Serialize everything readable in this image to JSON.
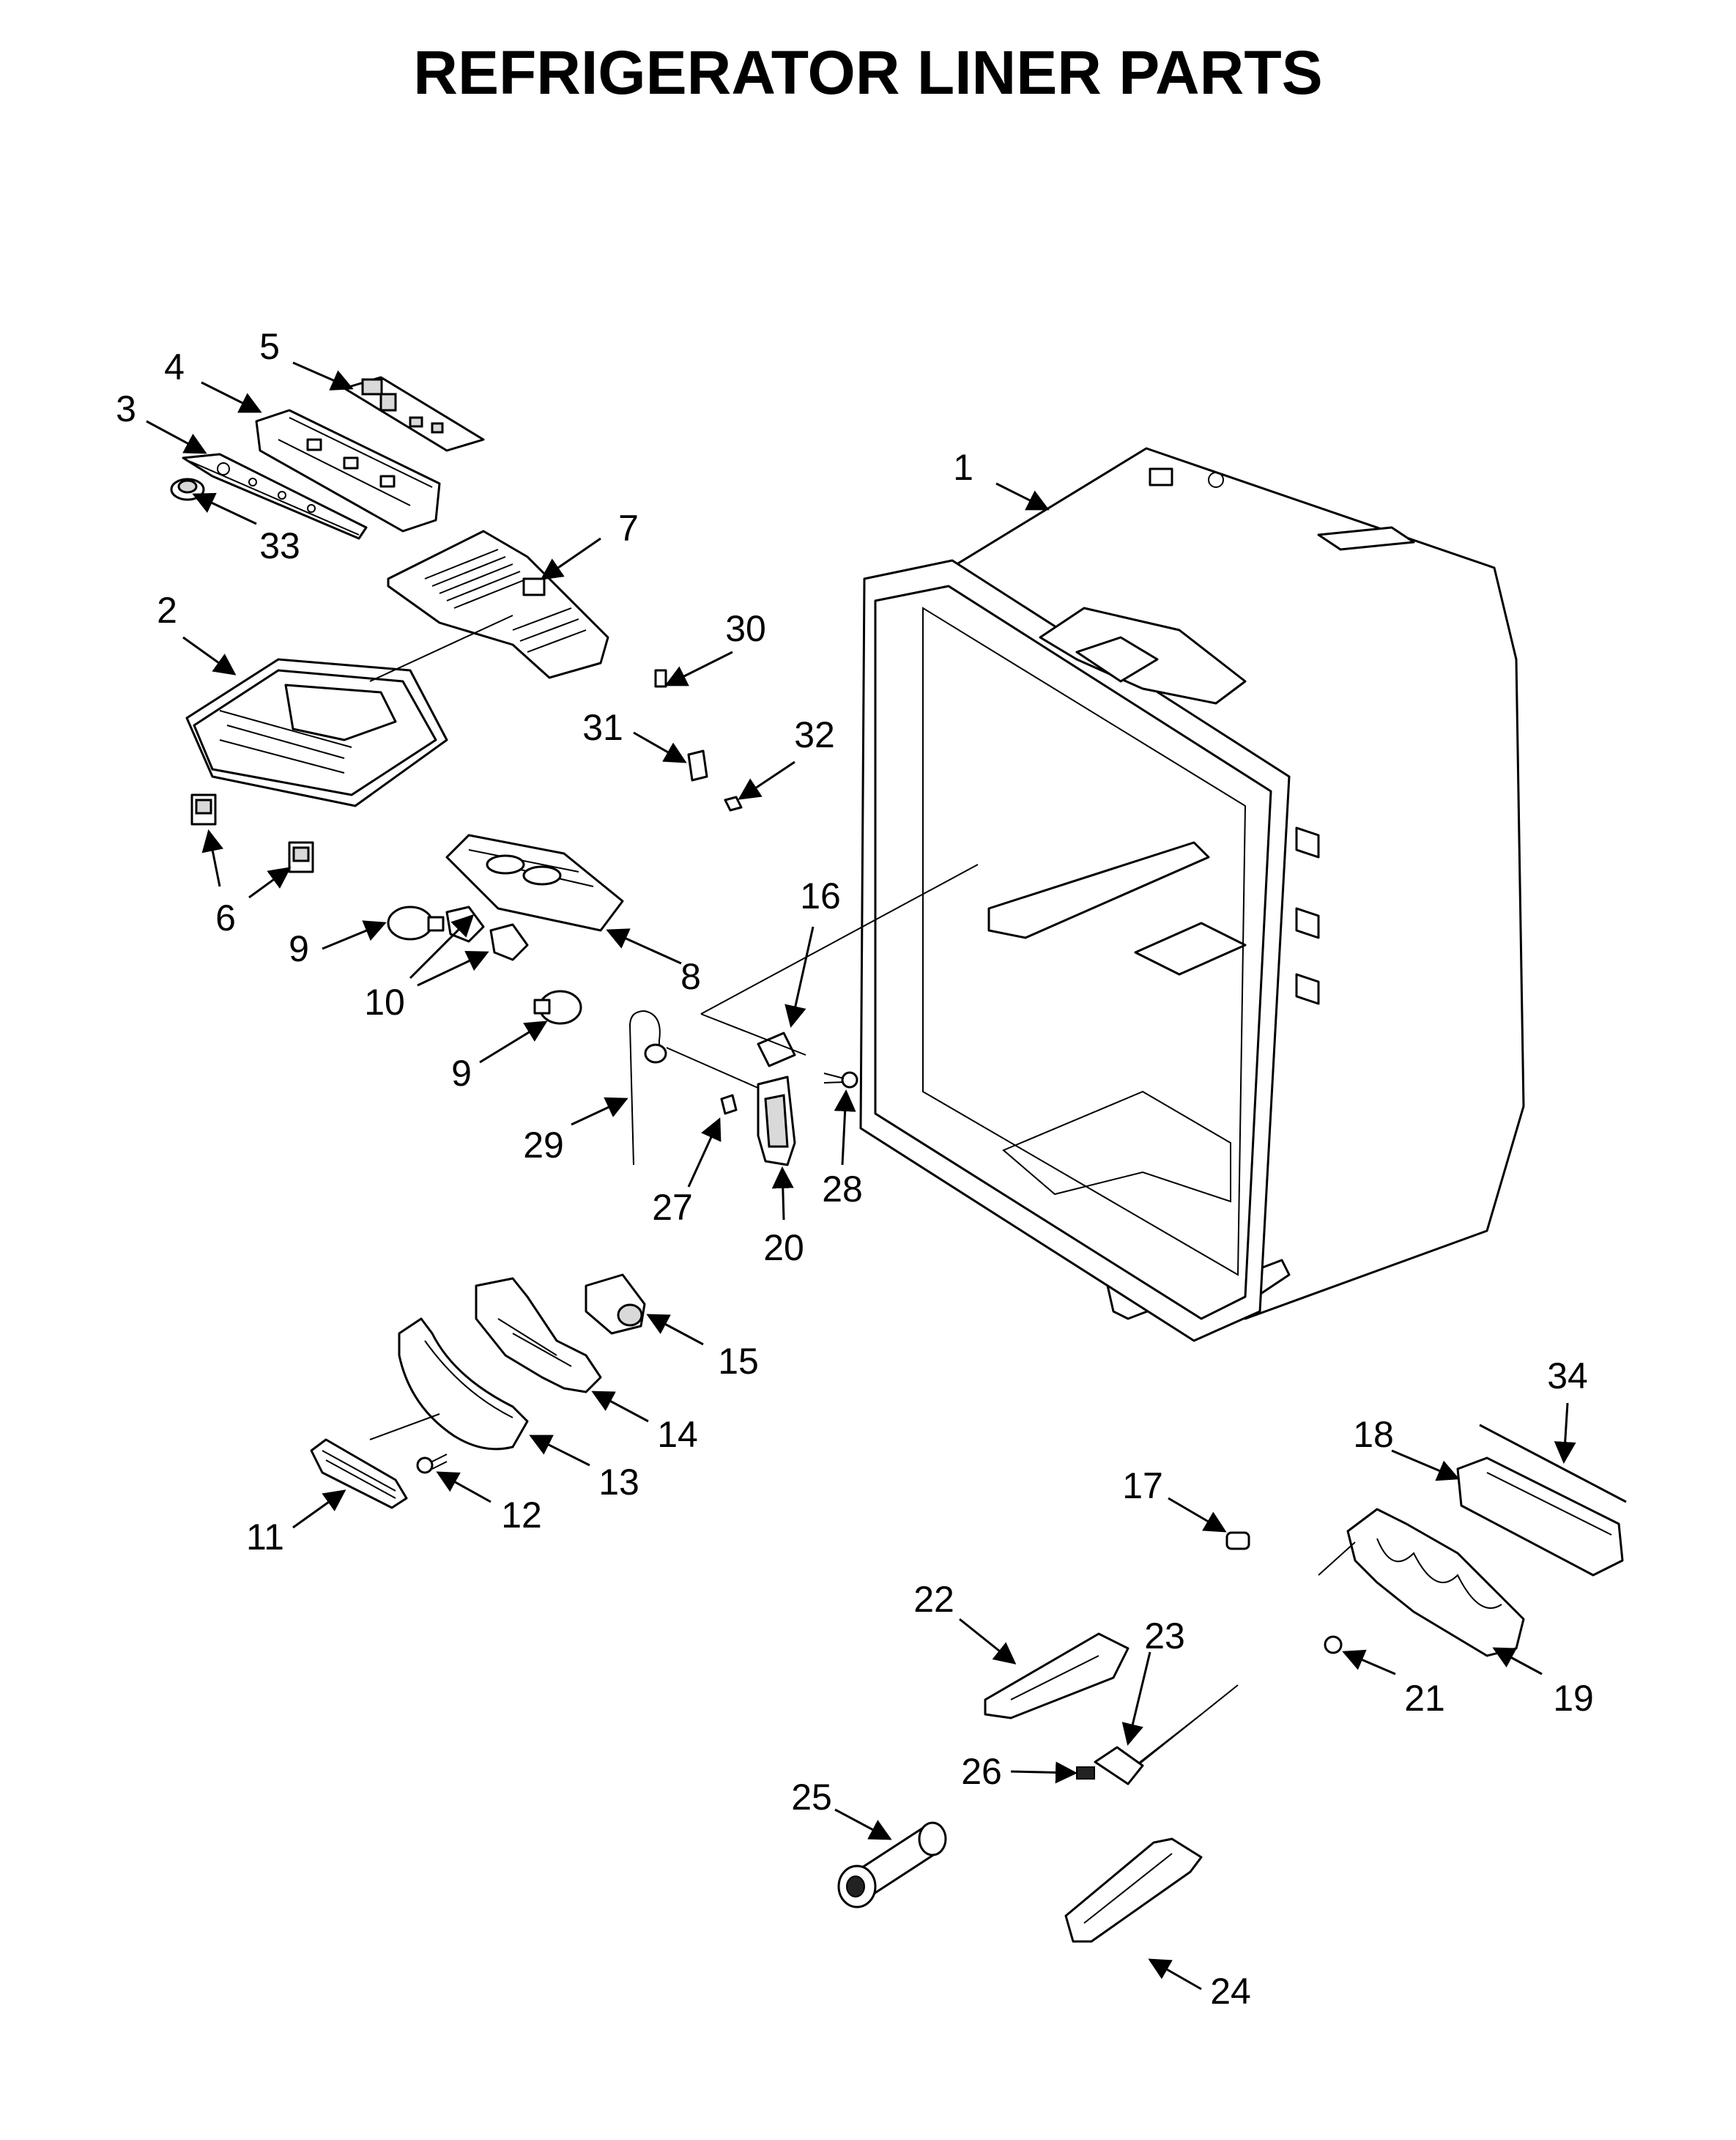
{
  "title": "REFRIGERATOR LINER PARTS",
  "callouts": [
    {
      "id": "c1",
      "label": "1"
    },
    {
      "id": "c2",
      "label": "2"
    },
    {
      "id": "c3",
      "label": "3"
    },
    {
      "id": "c4",
      "label": "4"
    },
    {
      "id": "c5",
      "label": "5"
    },
    {
      "id": "c6",
      "label": "6"
    },
    {
      "id": "c7",
      "label": "7"
    },
    {
      "id": "c8",
      "label": "8"
    },
    {
      "id": "c9a",
      "label": "9"
    },
    {
      "id": "c9b",
      "label": "9"
    },
    {
      "id": "c10",
      "label": "10"
    },
    {
      "id": "c11",
      "label": "11"
    },
    {
      "id": "c12",
      "label": "12"
    },
    {
      "id": "c13",
      "label": "13"
    },
    {
      "id": "c14",
      "label": "14"
    },
    {
      "id": "c15",
      "label": "15"
    },
    {
      "id": "c16",
      "label": "16"
    },
    {
      "id": "c17",
      "label": "17"
    },
    {
      "id": "c18",
      "label": "18"
    },
    {
      "id": "c19",
      "label": "19"
    },
    {
      "id": "c20",
      "label": "20"
    },
    {
      "id": "c21",
      "label": "21"
    },
    {
      "id": "c22",
      "label": "22"
    },
    {
      "id": "c23",
      "label": "23"
    },
    {
      "id": "c24",
      "label": "24"
    },
    {
      "id": "c25",
      "label": "25"
    },
    {
      "id": "c26",
      "label": "26"
    },
    {
      "id": "c27",
      "label": "27"
    },
    {
      "id": "c28",
      "label": "28"
    },
    {
      "id": "c29",
      "label": "29"
    },
    {
      "id": "c30",
      "label": "30"
    },
    {
      "id": "c31",
      "label": "31"
    },
    {
      "id": "c32",
      "label": "32"
    },
    {
      "id": "c33",
      "label": "33"
    },
    {
      "id": "c34",
      "label": "34"
    }
  ]
}
